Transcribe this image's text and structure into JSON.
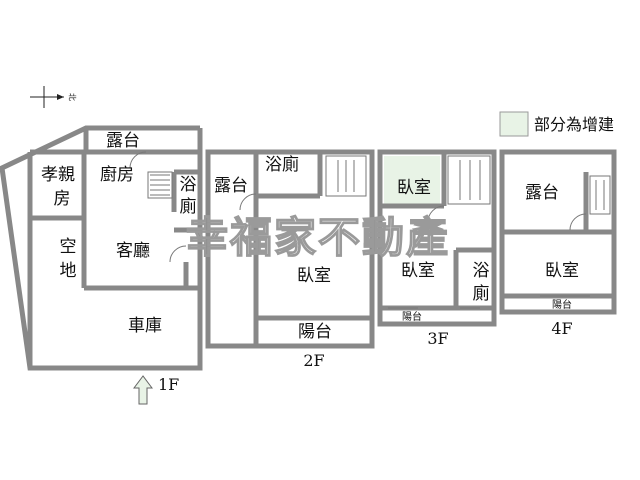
{
  "north_label": "北",
  "legend": {
    "label": "部分為增建",
    "swatch_color": "#e8f3e6"
  },
  "watermark": "幸福家不動產",
  "floors": {
    "f1": {
      "label": "1F",
      "rooms": {
        "terrace": "露台",
        "filial": "孝親房",
        "kitchen": "廚房",
        "bath": "浴廁",
        "empty_line1": "空",
        "empty_line2": "地",
        "living": "客廳",
        "garage": "車庫"
      }
    },
    "f2": {
      "label": "2F",
      "rooms": {
        "terrace": "露台",
        "bath": "浴廁",
        "bedroom": "臥室",
        "balcony": "陽台"
      }
    },
    "f3": {
      "label": "3F",
      "rooms": {
        "bedroom_top": "臥室",
        "bedroom_bottom": "臥室",
        "bath": "浴廁",
        "balcony": "陽台"
      }
    },
    "f4": {
      "label": "4F",
      "rooms": {
        "terrace": "露台",
        "bedroom": "臥室",
        "balcony": "陽台"
      }
    }
  },
  "colors": {
    "wall": "#888888",
    "entrance_arrow": "#e8f3e6",
    "addition": "#e8f3e6"
  }
}
